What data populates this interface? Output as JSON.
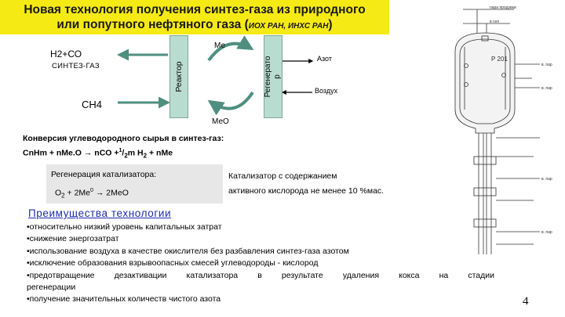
{
  "slide": {
    "title_line1": "Новая технология получения синтез-газа из природного",
    "title_line2": "или попутного нефтяного газа (",
    "title_inst": "ИОХ РАН, ИНХС РАН",
    "title_close": ")",
    "page_number": "4"
  },
  "scheme": {
    "h2co": "Н2+СО",
    "syngas": "СИНТЕЗ-ГАЗ",
    "ch4": "СН4",
    "reactor": "Реактор",
    "regenerator_line1": "Регенерато",
    "regenerator_line2": "р",
    "me": "Ме",
    "meo": "МеО",
    "nitrogen": "Азот",
    "air": "Воздух"
  },
  "conversion": {
    "line1": "Конверсия углеводородного сырья в синтез-газ:",
    "line2_a": "СnHm + nMe.O → nCO +",
    "line2_b": "1",
    "line2_c": "/",
    "line2_d": "2",
    "line2_e": "m H",
    "line2_f": "2",
    "line2_g": " + nMe"
  },
  "catalyst": {
    "title": "Регенерация катализатора:",
    "eq_a": "O",
    "eq_b": "2",
    "eq_c": " + 2Me",
    "eq_d": "0",
    "eq_e": " → 2MeO",
    "note_line1": "Катализатор с содержанием",
    "note_line2": "активного кислорода не менее 10 %мас."
  },
  "advantages": {
    "title": "Преимущества технологии",
    "items": [
      "•относительно низкий уровень капитальных затрат",
      "•снижение энергозатрат",
      "•использование воздуха в качестве окислителя без разбавления синтез-газа азотом",
      "•исключение образования взрывоопасных смесей углеводороды - кислород",
      "•предотвращение дезактивации катализатора в результате удаления кокса на стадии",
      "регенерации",
      "•получение значительных количеств чистого азота"
    ]
  },
  "apparatus": {
    "label_main": "Р 201",
    "label_top1": "пара продувки",
    "label_top2": "в сеп",
    "label_vapor": "в. пар"
  },
  "colors": {
    "title_bg": "#f5ea14",
    "box_fill": "#b9dcd0",
    "arrow": "#4f8f80",
    "advantages_title": "#1f2bb0"
  }
}
